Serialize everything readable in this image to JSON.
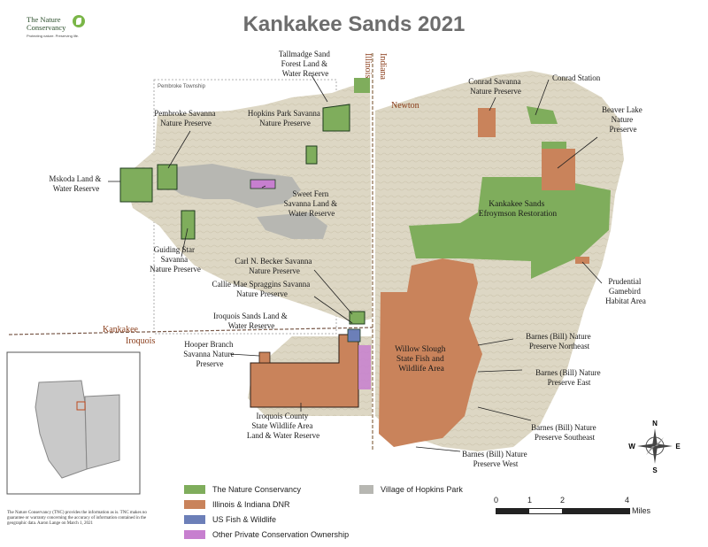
{
  "title": "Kankakee Sands 2021",
  "logo": {
    "name_line1": "The Nature",
    "name_line2": "Conservancy",
    "tagline": "Protecting nature. Preserving life."
  },
  "labels": {
    "tallmadge": [
      "Tallmadge Sand",
      "Forest Land &",
      "Water Reserve"
    ],
    "hopkins_park": [
      "Hopkins Park Savanna",
      "Nature Preserve"
    ],
    "pembroke_savanna": [
      "Pembroke Savanna",
      "Nature Preserve"
    ],
    "pembroke_township": "Pembroke Township",
    "mskoda": [
      "Mskoda Land &",
      "Water Reserve"
    ],
    "sweet_fern": [
      "Sweet Fern",
      "Savanna Land &",
      "Water Reserve"
    ],
    "guiding_star": [
      "Guiding Star",
      "Savanna",
      "Nature Preserve"
    ],
    "carl_becker": [
      "Carl N. Becker Savanna",
      "Nature Preserve"
    ],
    "callie_mae": [
      "Callie Mae Spraggins Savanna",
      "Nature Preserve"
    ],
    "iroquois_sands": [
      "Iroquois Sands Land &",
      "Water Reserve"
    ],
    "hooper_branch": [
      "Hooper Branch",
      "Savanna Nature",
      "Preserve"
    ],
    "iroquois_county": [
      "Iroquois County",
      "State Wildlife Area",
      "Land & Water Reserve"
    ],
    "conrad_savanna": [
      "Conrad Savanna",
      "Nature Preserve"
    ],
    "conrad_station": "Conrad Station",
    "beaver_lake": [
      "Beaver Lake",
      "Nature",
      "Preserve"
    ],
    "kankakee_sands": [
      "Kankakee Sands",
      "Efroymson Restoration"
    ],
    "prudential": [
      "Prudential",
      "Gamebird",
      "Habitat Area"
    ],
    "willow_slough": [
      "Willow Slough",
      "State Fish and",
      "Wildlife Area"
    ],
    "barnes_ne": [
      "Barnes (Bill) Nature",
      "Preserve Northeast"
    ],
    "barnes_e": [
      "Barnes (Bill) Nature",
      "Preserve East"
    ],
    "barnes_se": [
      "Barnes (Bill) Nature",
      "Preserve Southeast"
    ],
    "barnes_w": [
      "Barnes (Bill) Nature",
      "Preserve West"
    ],
    "newton": "Newton",
    "kankakee": "Kankakee",
    "iroquois": "Iroquois",
    "illinois": "Illinois",
    "indiana": "Indiana"
  },
  "legend": {
    "tnc": "The Nature Conservancy",
    "idnr": "Illinois & Indiana DNR",
    "usfw": "US Fish & Wildlife",
    "other": "Other Private Conservation Ownership",
    "village": "Village of Hopkins Park"
  },
  "colors": {
    "tnc": "#7fad5c",
    "idnr": "#c9835b",
    "usfw": "#6c7fb8",
    "other": "#c77fcf",
    "village": "#b7b7b2",
    "terrain": "#ddd7c4",
    "outline_dark": "#1c3a1c"
  },
  "scale": {
    "ticks": [
      "0",
      "1",
      "2",
      "4"
    ],
    "unit": "Miles"
  },
  "compass": {
    "n": "N",
    "s": "S",
    "e": "E",
    "w": "W"
  },
  "disclaimer": "The Nature Conservancy (TNC) provides the information as is. TNC makes no guarantee or warranty concerning the accuracy of information contained in the geographic data. Aaron Lange on March 1, 2021"
}
